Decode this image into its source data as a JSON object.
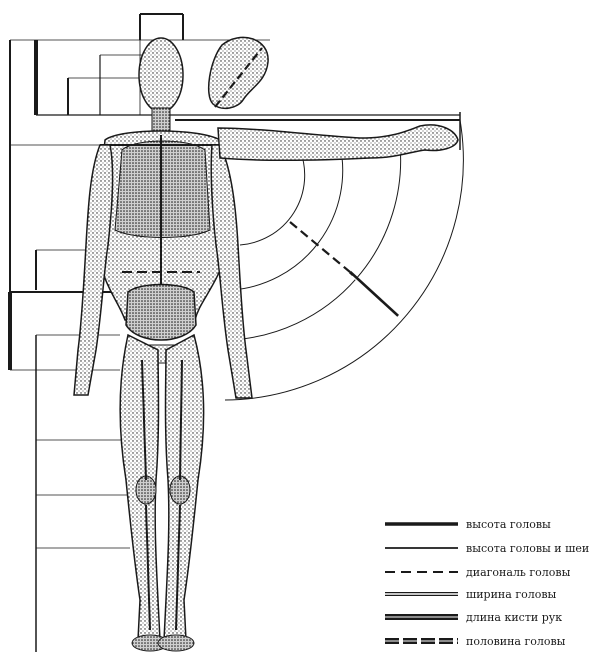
{
  "legend": {
    "items": [
      {
        "style": "thick",
        "label": "высота головы"
      },
      {
        "style": "medium",
        "label": "высота головы и шеи"
      },
      {
        "style": "dashed",
        "label": "диагональ головы"
      },
      {
        "style": "double",
        "label": "ширина головы"
      },
      {
        "style": "heavy-double",
        "label": "длина кисти рук"
      },
      {
        "style": "heavy-dashed",
        "label": "половина головы"
      }
    ]
  },
  "colors": {
    "ink": "#1a1a1a",
    "paper": "#ffffff",
    "shade": "#5a5a5a"
  }
}
